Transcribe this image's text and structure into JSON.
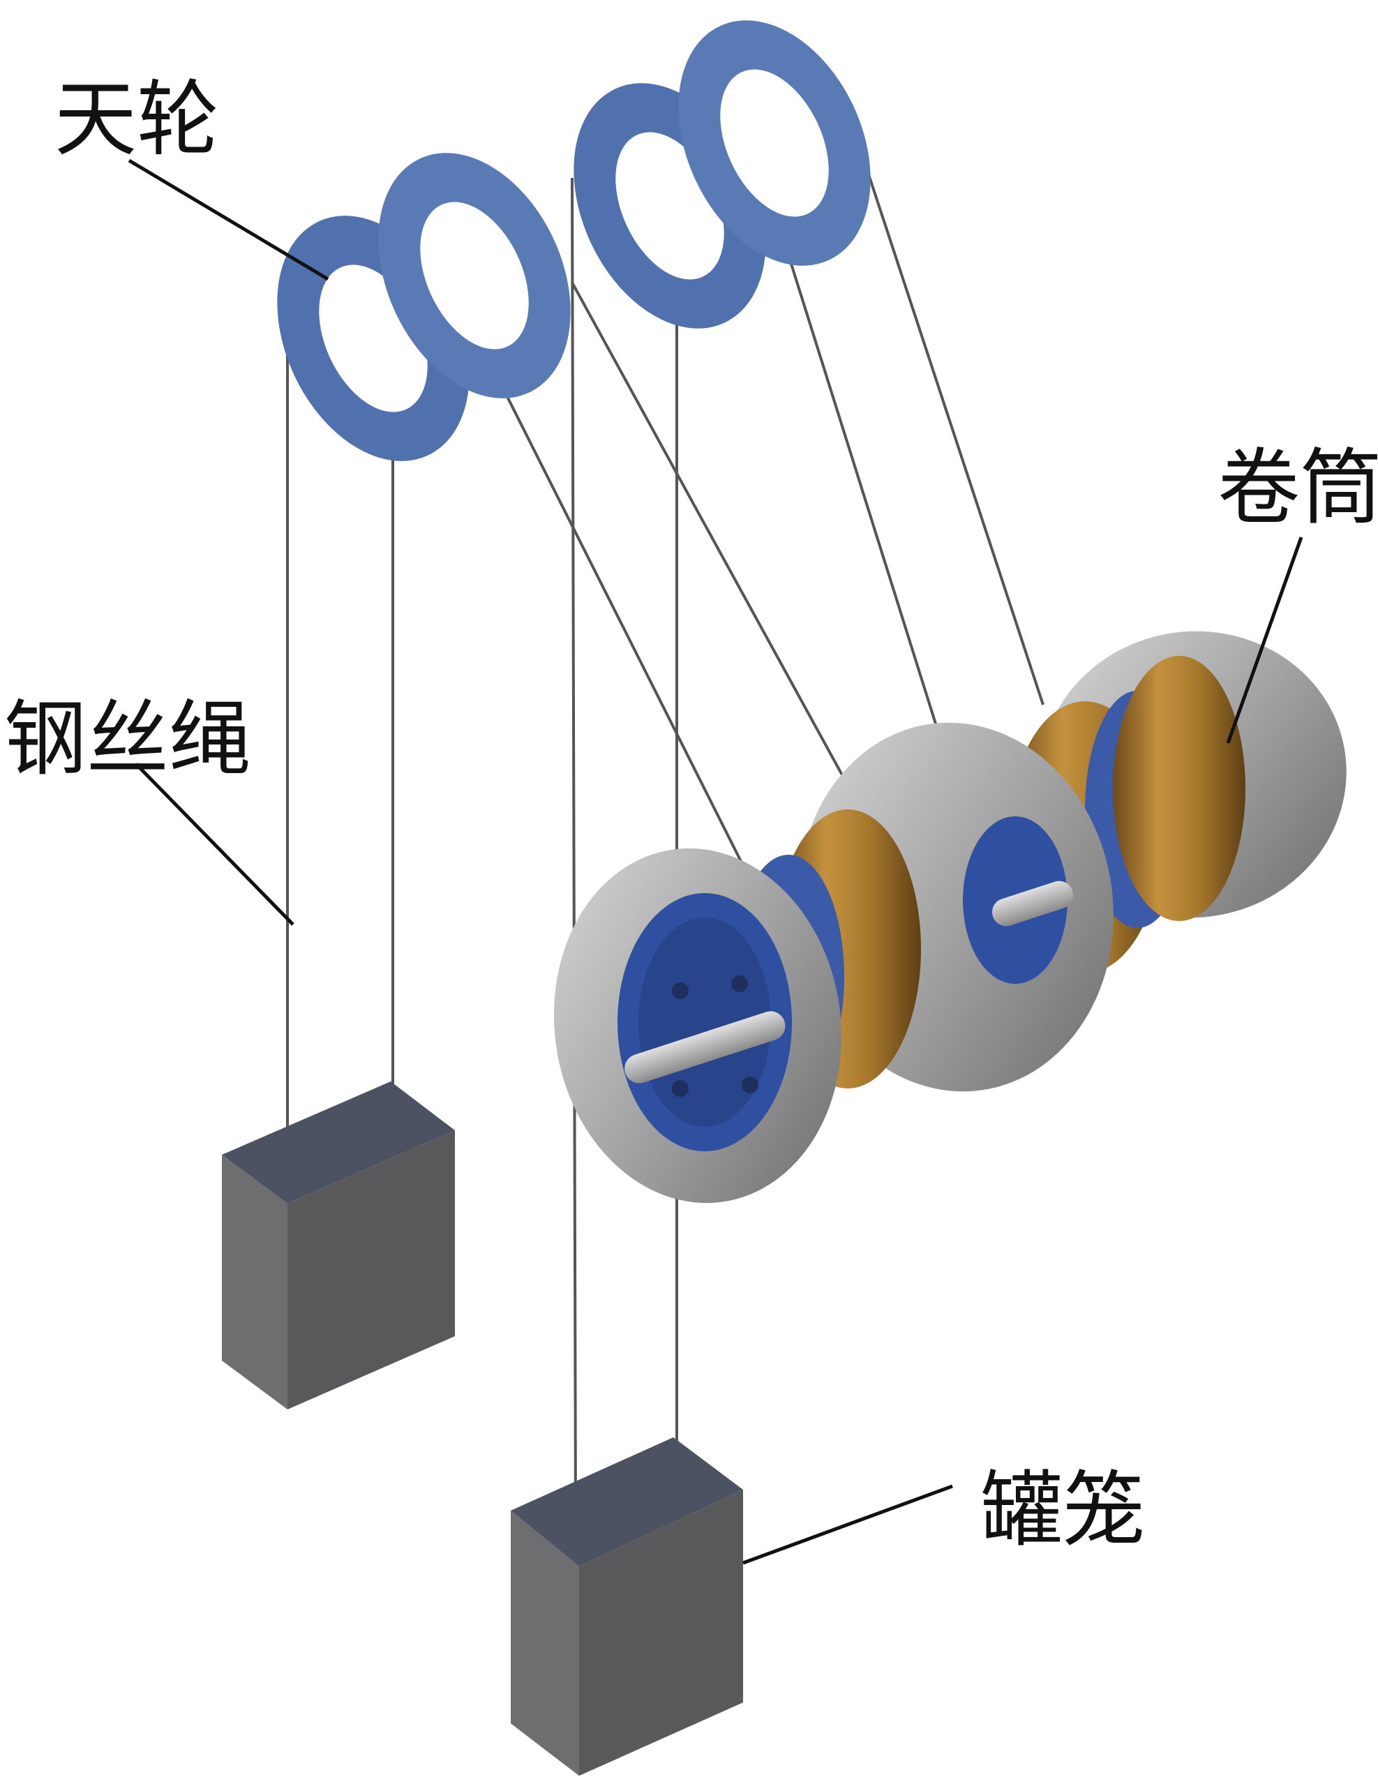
{
  "labels": {
    "sheave": "天轮",
    "rope": "钢丝绳",
    "drum": "卷筒",
    "cage": "罐笼"
  },
  "colors": {
    "sheave": "#5070ae",
    "drum_copper": "#b3812f",
    "drum_blue": "#3b5aa8",
    "flange": "#b4b4b4",
    "cage": "#5c5c5e",
    "rope": "#555555"
  }
}
